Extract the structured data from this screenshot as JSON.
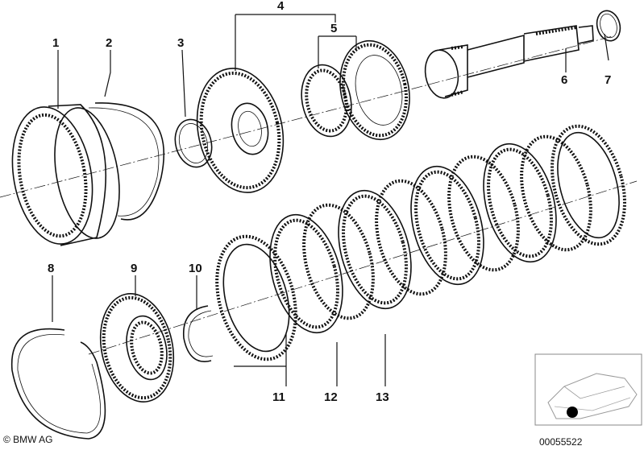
{
  "callouts": {
    "c1": "1",
    "c2": "2",
    "c3": "3",
    "c4": "4",
    "c5": "5",
    "c6": "6",
    "c7": "7",
    "c8": "8",
    "c9": "9",
    "c10": "10",
    "c11": "11",
    "c12": "12",
    "c13": "13"
  },
  "footer": {
    "copyright": "© BMW AG",
    "part_number": "00055522"
  }
}
